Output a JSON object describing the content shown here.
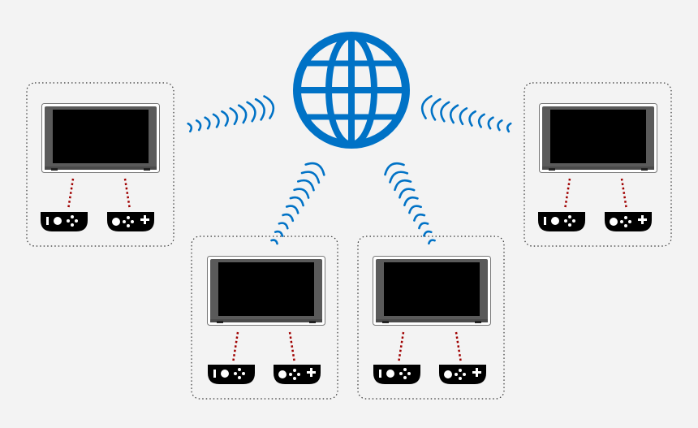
{
  "colors": {
    "background": "#f3f3f3",
    "globe": "#0072c6",
    "wave": "#0072c6",
    "link": "#a00000",
    "console_frame": "#5a5a5a",
    "console_screen": "#000000",
    "controller": "#000000",
    "group_border": "#333333"
  },
  "icons": {
    "globe": "globe-icon",
    "console": "console-icon",
    "left_controller": "left-controller-icon",
    "right_controller": "right-controller-icon",
    "signal": "wireless-signal-icon"
  },
  "nodes": [
    {
      "name": "node-top-left"
    },
    {
      "name": "node-bottom-center-left"
    },
    {
      "name": "node-bottom-center-right"
    },
    {
      "name": "node-top-right"
    }
  ]
}
